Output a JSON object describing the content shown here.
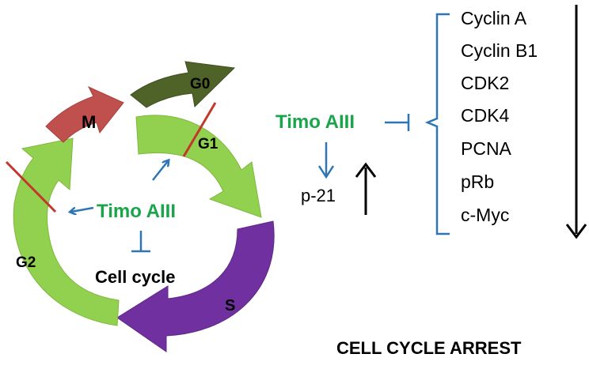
{
  "phases": {
    "m": "M",
    "g0": "G0",
    "g1": "G1",
    "s": "S",
    "g2": "G2"
  },
  "center": {
    "inhibitor": "Timo AIII",
    "target": "Cell cycle"
  },
  "right": {
    "inhibitor": "Timo AIII",
    "p21": "p-21",
    "markers": [
      "Cyclin A",
      "Cyclin B1",
      "CDK2",
      "CDK4",
      "PCNA",
      "pRb",
      "c-Myc"
    ]
  },
  "footer": "CELL CYCLE ARREST",
  "colors": {
    "m": "#c0504d",
    "g0": "#4f6228",
    "g1": "#92d050",
    "s": "#7030a0",
    "g2": "#92d050",
    "inhibitor_text": "#1aa54a",
    "arrow_blue": "#2e75b6",
    "slash_red": "#c0392b"
  }
}
